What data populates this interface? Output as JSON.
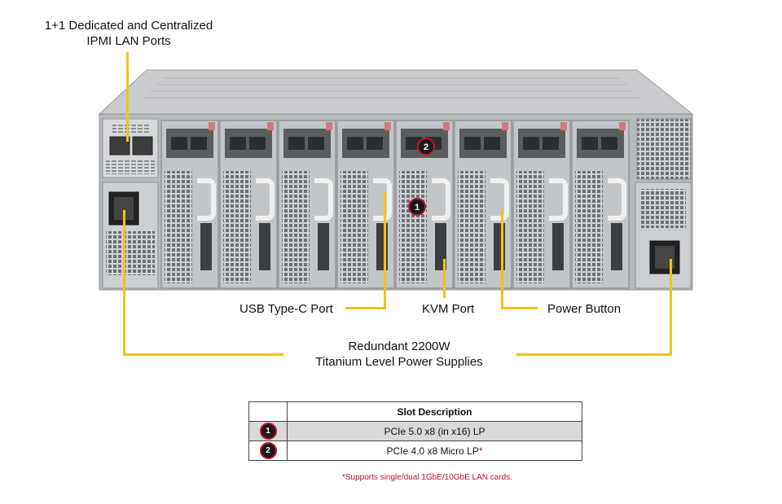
{
  "callouts": {
    "ipmi_line1": "1+1 Dedicated and Centralized",
    "ipmi_line2": "IPMI LAN Ports",
    "usb": "USB Type-C Port",
    "kvm": "KVM Port",
    "power_button": "Power Button",
    "psu_line1": "Redundant  2200W",
    "psu_line2": "Titanium  Level  Power Supplies"
  },
  "markers": {
    "m1": "1",
    "m2": "2"
  },
  "table": {
    "header": "Slot Description",
    "rows": [
      {
        "num": "1",
        "desc": "PCIe  5.0 x8 (in x16) LP"
      },
      {
        "num": "2",
        "desc": "PCIe  4.0 x8 Micro LP",
        "star": "*"
      }
    ]
  },
  "footnote": "*Supports single/dual 1GbE/10GbE  LAN cards.",
  "colors": {
    "leader": "#f2c318",
    "badge_ring": "#c8102e",
    "chassis": "#b9bcc0"
  }
}
